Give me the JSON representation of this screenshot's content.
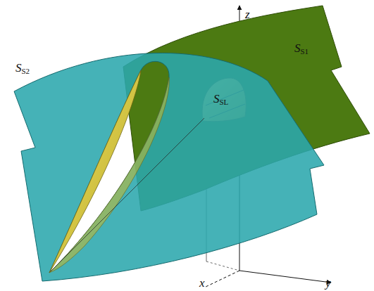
{
  "diagram": {
    "labels": [
      "z",
      "SS1",
      "SSL",
      "SS2",
      "x",
      "y"
    ]
  }
}
